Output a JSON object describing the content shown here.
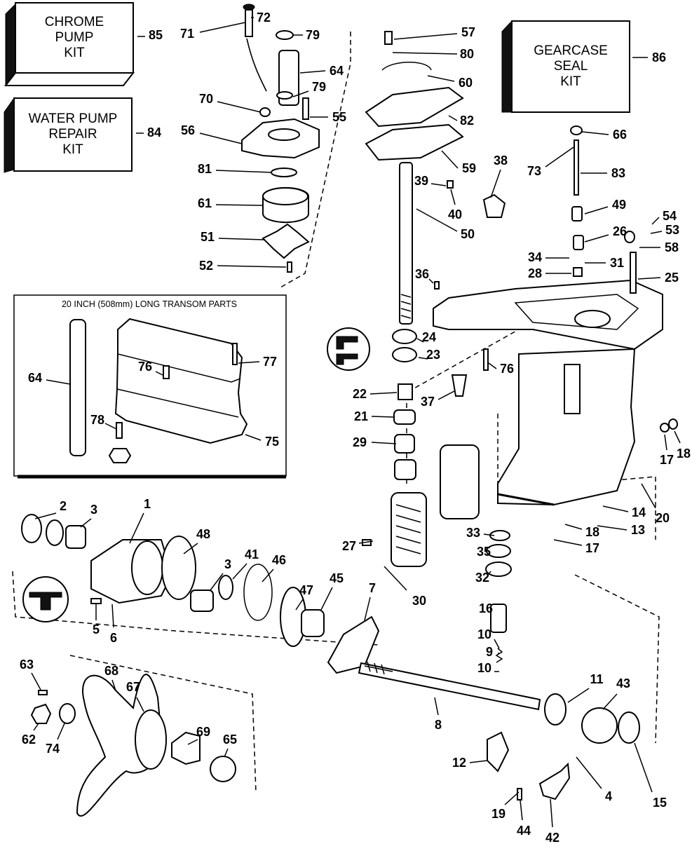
{
  "kits": {
    "chrome_pump": "CHROME\nPUMP\nKIT",
    "water_pump_repair": "WATER PUMP\nREPAIR\nKIT",
    "gearcase_seal": "GEARCASE\nSEAL\nKIT"
  },
  "inset": {
    "title": "20 INCH (508mm) LONG TRANSOM PARTS"
  },
  "callouts": [
    "72",
    "71",
    "79",
    "57",
    "80",
    "85",
    "86",
    "64",
    "60",
    "70",
    "79",
    "55",
    "82",
    "84",
    "56",
    "66",
    "81",
    "59",
    "38",
    "73",
    "83",
    "39",
    "61",
    "40",
    "49",
    "54",
    "53",
    "26",
    "50",
    "51",
    "58",
    "34",
    "31",
    "52",
    "36",
    "28",
    "25",
    "24",
    "23",
    "77",
    "76",
    "64",
    "76",
    "22",
    "37",
    "21",
    "29",
    "78",
    "75",
    "17",
    "18",
    "20",
    "14",
    "18",
    "13",
    "17",
    "2",
    "3",
    "1",
    "48",
    "3",
    "41",
    "46",
    "27",
    "33",
    "35",
    "47",
    "45",
    "7",
    "32",
    "30",
    "5",
    "6",
    "16",
    "10",
    "9",
    "10",
    "63",
    "68",
    "67",
    "8",
    "11",
    "43",
    "69",
    "62",
    "74",
    "65",
    "12",
    "4",
    "15",
    "19",
    "44",
    "42"
  ]
}
